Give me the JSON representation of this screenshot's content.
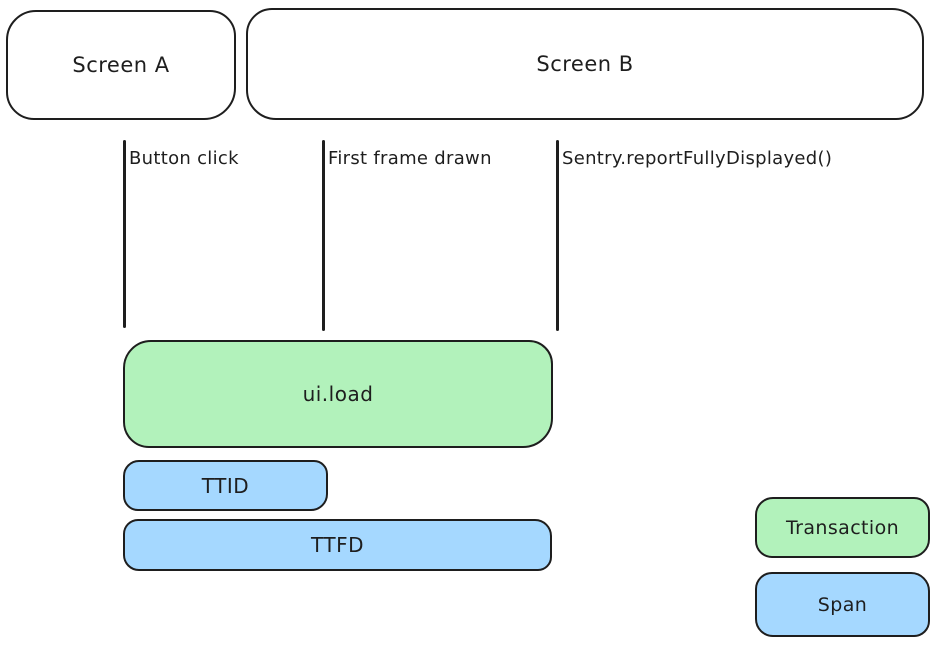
{
  "diagram": {
    "screens": [
      {
        "label": "Screen A"
      },
      {
        "label": "Screen B"
      }
    ],
    "events": [
      {
        "label": "Button click"
      },
      {
        "label": "First frame drawn"
      },
      {
        "label": "Sentry.reportFullyDisplayed()"
      }
    ],
    "bars": [
      {
        "label": "ui.load",
        "type": "transaction"
      },
      {
        "label": "TTID",
        "type": "span"
      },
      {
        "label": "TTFD",
        "type": "span"
      }
    ],
    "legend": [
      {
        "label": "Transaction",
        "type": "transaction"
      },
      {
        "label": "Span",
        "type": "span"
      }
    ]
  },
  "colors": {
    "transaction_fill": "#b2f2bb",
    "span_fill": "#a5d8ff",
    "stroke": "#1e1e1e",
    "background": "#ffffff"
  }
}
